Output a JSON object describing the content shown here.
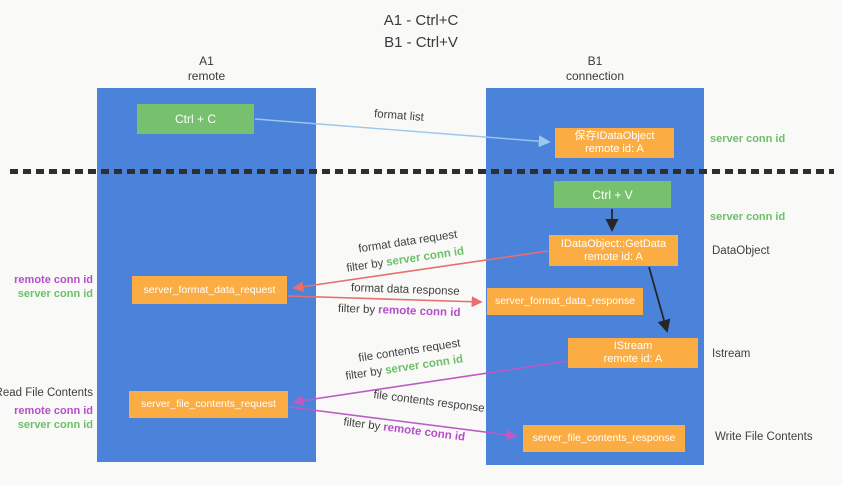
{
  "title": {
    "line1": "A1 - Ctrl+C",
    "line2": "B1 - Ctrl+V"
  },
  "columns": {
    "left": {
      "name": "A1",
      "subtitle": "remote"
    },
    "right": {
      "name": "B1",
      "subtitle": "connection"
    }
  },
  "nodes": {
    "ctrl_c": {
      "label": "Ctrl + C"
    },
    "save_dataobject": {
      "line1": "保存IDataObject",
      "line2": "remote id: A"
    },
    "ctrl_v": {
      "label": "Ctrl + V"
    },
    "getdata": {
      "line1": "IDataObject::GetData",
      "line2": "remote id: A"
    },
    "format_request": {
      "label": "server_format_data_request"
    },
    "format_response": {
      "label": "server_format_data_response"
    },
    "istream": {
      "line1": "IStream",
      "line2": "remote id: A"
    },
    "file_request": {
      "label": "server_file_contents_request"
    },
    "file_response": {
      "label": "server_file_contents_response"
    }
  },
  "arrow_labels": {
    "format_list": "format list",
    "format_data_request": "format data request",
    "format_data_request_filter": {
      "prefix": "filter by",
      "key": "server conn id"
    },
    "format_data_response": "format data response",
    "format_data_response_filter": {
      "prefix": "filter by",
      "key": "remote conn id"
    },
    "file_contents_request": "file contents request",
    "file_contents_request_filter": {
      "prefix": "filter by",
      "key": "server conn id"
    },
    "file_contents_response": "file contents response",
    "file_contents_response_filter": {
      "prefix": "filter by",
      "key": "remote conn id"
    }
  },
  "side_labels": {
    "left_format_remote": "remote conn id",
    "left_format_server": "server conn id",
    "read_file_contents": "Read File Contents",
    "left_file_remote": "remote conn id",
    "left_file_server": "server conn id",
    "right_server_conn_top": "server conn id",
    "right_server_conn_mid": "server conn id",
    "dataobject": "DataObject",
    "istream": "Istream",
    "write_file_contents": "Write File Contents"
  },
  "colors": {
    "column_blue": "#4a83d9",
    "box_green": "#77c06d",
    "box_orange": "#fbad43",
    "arrow_blue": "#9cc6ea",
    "arrow_red": "#e76f6f",
    "arrow_purple": "#bb5bc4",
    "arrow_black": "#262626",
    "label_green": "#6cc069",
    "label_purple": "#b44fc9",
    "text_dark": "#3f3f3f"
  }
}
